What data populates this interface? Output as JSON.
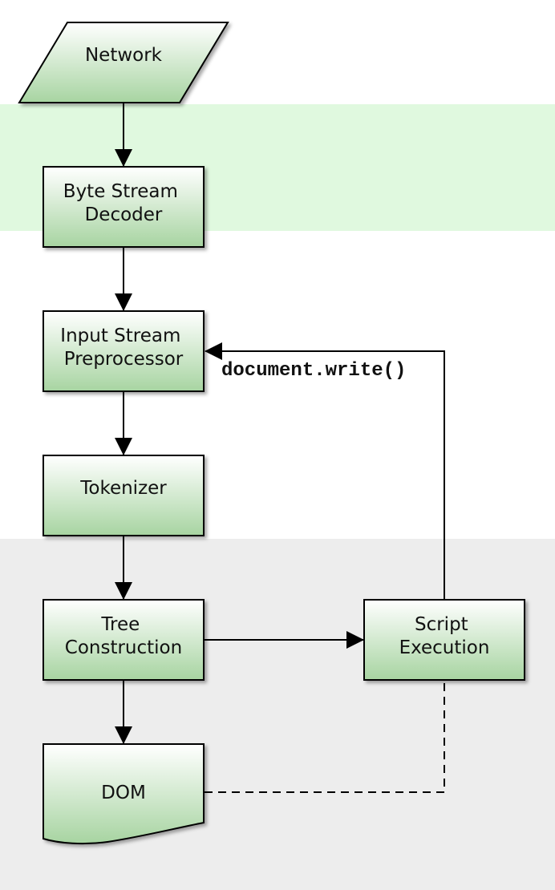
{
  "colors": {
    "band_decoder": "#e0f9df",
    "band_dom": "#ededed",
    "node_fill_top": "#ffffff",
    "node_fill_bottom": "#a7d4a1",
    "stroke": "#000000"
  },
  "nodes": {
    "network": {
      "lines": [
        "Network"
      ]
    },
    "byte_stream_decoder": {
      "lines": [
        "Byte Stream",
        "Decoder"
      ]
    },
    "input_stream_preprocessor": {
      "lines": [
        "Input Stream",
        "Preprocessor"
      ]
    },
    "tokenizer": {
      "lines": [
        "Tokenizer"
      ]
    },
    "tree_construction": {
      "lines": [
        "Tree",
        "Construction"
      ]
    },
    "script_execution": {
      "lines": [
        "Script",
        "Execution"
      ]
    },
    "dom": {
      "lines": [
        "DOM"
      ]
    }
  },
  "edges": {
    "document_write_label": "document.write()"
  }
}
